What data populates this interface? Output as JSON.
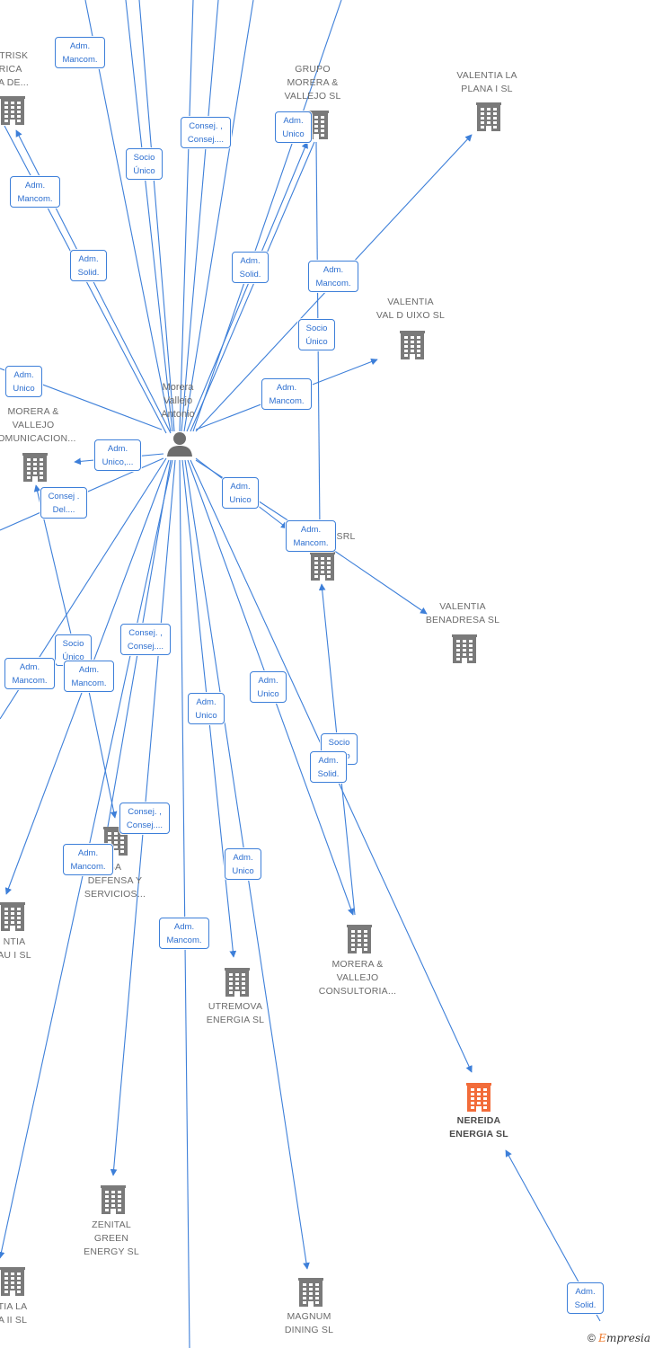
{
  "person": {
    "name": "Morera Vallejo Antonio",
    "lines": [
      "Morera",
      "Vallejo",
      "Antonio"
    ]
  },
  "companies": [
    {
      "id": "astrisk",
      "lines": [
        "ASTRISK",
        "ERICA",
        "ICIA DE..."
      ]
    },
    {
      "id": "grupo",
      "lines": [
        "GRUPO",
        "MORERA &",
        "VALLEJO SL"
      ]
    },
    {
      "id": "plana1",
      "lines": [
        "VALENTIA LA",
        "PLANA I  SL"
      ]
    },
    {
      "id": "valduixo",
      "lines": [
        "VALENTIA",
        "VAL D UIXO  SL"
      ]
    },
    {
      "id": "comunicacion",
      "lines": [
        "MORERA &",
        "VALLEJO",
        "COMUNICACION..."
      ]
    },
    {
      "id": "srl",
      "lines": [
        "SRL"
      ]
    },
    {
      "id": "benadresa",
      "lines": [
        "VALENTIA",
        "BENADRESA  SL"
      ]
    },
    {
      "id": "defensa",
      "lines": [
        "SA",
        "DEFENSA Y",
        "SERVICIOS..."
      ]
    },
    {
      "id": "valentiaau",
      "lines": [
        "NTIA",
        "AU I  SL"
      ]
    },
    {
      "id": "consultoria",
      "lines": [
        "MORERA &",
        "VALLEJO",
        "CONSULTORIA..."
      ]
    },
    {
      "id": "utremova",
      "lines": [
        "UTREMOVA",
        "ENERGIA  SL"
      ]
    },
    {
      "id": "nereida",
      "lines": [
        "NEREIDA",
        "ENERGIA  SL"
      ]
    },
    {
      "id": "zenital",
      "lines": [
        "ZENITAL",
        "GREEN",
        "ENERGY  SL"
      ]
    },
    {
      "id": "plana2",
      "lines": [
        "TIA LA",
        "A II  SL"
      ]
    },
    {
      "id": "magnum",
      "lines": [
        "MAGNUM",
        "DINING  SL"
      ]
    }
  ],
  "roles": [
    {
      "id": "r1",
      "lines": [
        "Adm.",
        "Mancom."
      ]
    },
    {
      "id": "r2",
      "lines": [
        "Consej. ,",
        "Consej...."
      ]
    },
    {
      "id": "r3",
      "lines": [
        "Socio",
        "Único"
      ]
    },
    {
      "id": "r4",
      "lines": [
        "Adm.",
        "Unico"
      ]
    },
    {
      "id": "r5",
      "lines": [
        "Adm.",
        "Mancom."
      ]
    },
    {
      "id": "r6",
      "lines": [
        "Adm.",
        "Solid."
      ]
    },
    {
      "id": "r7",
      "lines": [
        "Adm.",
        "Solid."
      ]
    },
    {
      "id": "r8",
      "lines": [
        "Adm.",
        "Mancom."
      ]
    },
    {
      "id": "r9",
      "lines": [
        "Socio",
        "Único"
      ]
    },
    {
      "id": "r10",
      "lines": [
        "Adm.",
        "Unico"
      ]
    },
    {
      "id": "r11",
      "lines": [
        "Adm.",
        "Mancom."
      ]
    },
    {
      "id": "r12",
      "lines": [
        "Adm.",
        "Unico,..."
      ]
    },
    {
      "id": "r13",
      "lines": [
        "Adm.",
        "Unico"
      ]
    },
    {
      "id": "r14",
      "lines": [
        "Consej .",
        "Del...."
      ]
    },
    {
      "id": "r15",
      "lines": [
        "Adm.",
        "Mancom."
      ]
    },
    {
      "id": "r16",
      "lines": [
        "Consej. ,",
        "Consej...."
      ]
    },
    {
      "id": "r17",
      "lines": [
        "Socio",
        "Único"
      ]
    },
    {
      "id": "r18",
      "lines": [
        "Adm.",
        "Mancom."
      ]
    },
    {
      "id": "r19",
      "lines": [
        "Adm.",
        "Mancom."
      ]
    },
    {
      "id": "r20",
      "lines": [
        "Adm.",
        "Unico"
      ]
    },
    {
      "id": "r21",
      "lines": [
        "Adm.",
        "Unico"
      ]
    },
    {
      "id": "r22",
      "lines": [
        "Socio",
        "Único"
      ]
    },
    {
      "id": "r23",
      "lines": [
        "Adm.",
        "Solid."
      ]
    },
    {
      "id": "r24",
      "lines": [
        "Consej. ,",
        "Consej...."
      ]
    },
    {
      "id": "r25",
      "lines": [
        "Adm.",
        "Mancom."
      ]
    },
    {
      "id": "r26",
      "lines": [
        "Adm.",
        "Unico"
      ]
    },
    {
      "id": "r27",
      "lines": [
        "Adm.",
        "Mancom."
      ]
    },
    {
      "id": "r28",
      "lines": [
        "Adm.",
        "Solid."
      ]
    }
  ],
  "colors": {
    "edge": "#3d7fd9",
    "building": "#7a7a7a",
    "highlight": "#f26c3a",
    "person": "#6d6d6d"
  },
  "footer": {
    "copyright": "©",
    "brand_first": "E",
    "brand_rest": "mpresia"
  }
}
